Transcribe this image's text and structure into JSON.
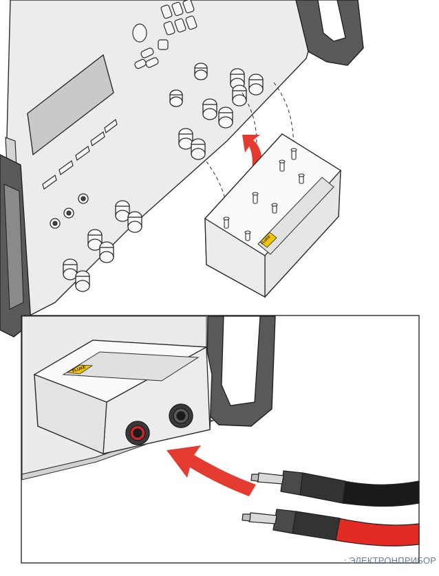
{
  "labels": {
    "brand_top": "FLUKE",
    "brand_bottom": "FLUKE",
    "watermark": "ЭЛЕКТРОНПРИБОР"
  },
  "colors": {
    "arrow": "#e43a30",
    "brand_yellow": "#f5c400",
    "cable_red": "#e42a24",
    "cable_black": "#1a1a1a",
    "outline": "#2b2b2b",
    "panel_fill": "#ebebeb",
    "watermark": "#6a7d96"
  },
  "icons": {
    "watermark_logo": "atom-icon"
  }
}
